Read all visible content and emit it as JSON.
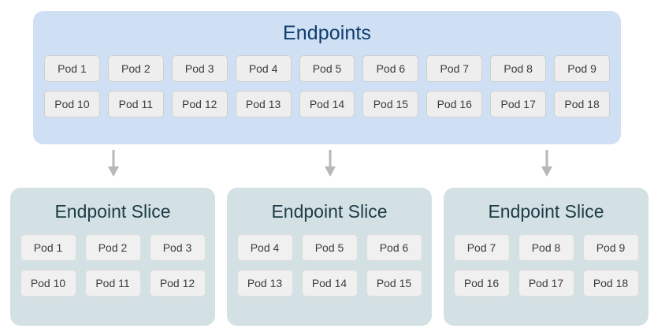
{
  "colors": {
    "endpoints_panel_bg": "#cfe0f4",
    "endpoints_title": "#0f3c6e",
    "slice_panel_bg": "#d4e1e4",
    "slice_title": "#1d3c47",
    "chip_bg": "#eeeeee",
    "chip_border": "#cfcfcf",
    "chip_text": "#3c3c3c",
    "arrow": "#b8b8b8",
    "page_bg": "#ffffff"
  },
  "endpoints": {
    "title": "Endpoints",
    "rows": [
      [
        "Pod 1",
        "Pod 2",
        "Pod 3",
        "Pod 4",
        "Pod 5",
        "Pod 6",
        "Pod 7",
        "Pod 8",
        "Pod 9"
      ],
      [
        "Pod 10",
        "Pod 11",
        "Pod 12",
        "Pod 13",
        "Pod 14",
        "Pod 15",
        "Pod 16",
        "Pod 17",
        "Pod 18"
      ]
    ]
  },
  "arrows": [
    {
      "name": "arrow-to-slice-1",
      "direction": "down"
    },
    {
      "name": "arrow-to-slice-2",
      "direction": "down"
    },
    {
      "name": "arrow-to-slice-3",
      "direction": "down"
    }
  ],
  "slices": [
    {
      "title": "Endpoint Slice",
      "rows": [
        [
          "Pod 1",
          "Pod 2",
          "Pod 3"
        ],
        [
          "Pod 10",
          "Pod 11",
          "Pod 12"
        ]
      ]
    },
    {
      "title": "Endpoint Slice",
      "rows": [
        [
          "Pod 4",
          "Pod 5",
          "Pod 6"
        ],
        [
          "Pod 13",
          "Pod 14",
          "Pod 15"
        ]
      ]
    },
    {
      "title": "Endpoint Slice",
      "rows": [
        [
          "Pod 7",
          "Pod 8",
          "Pod 9"
        ],
        [
          "Pod 16",
          "Pod 17",
          "Pod 18"
        ]
      ]
    }
  ]
}
